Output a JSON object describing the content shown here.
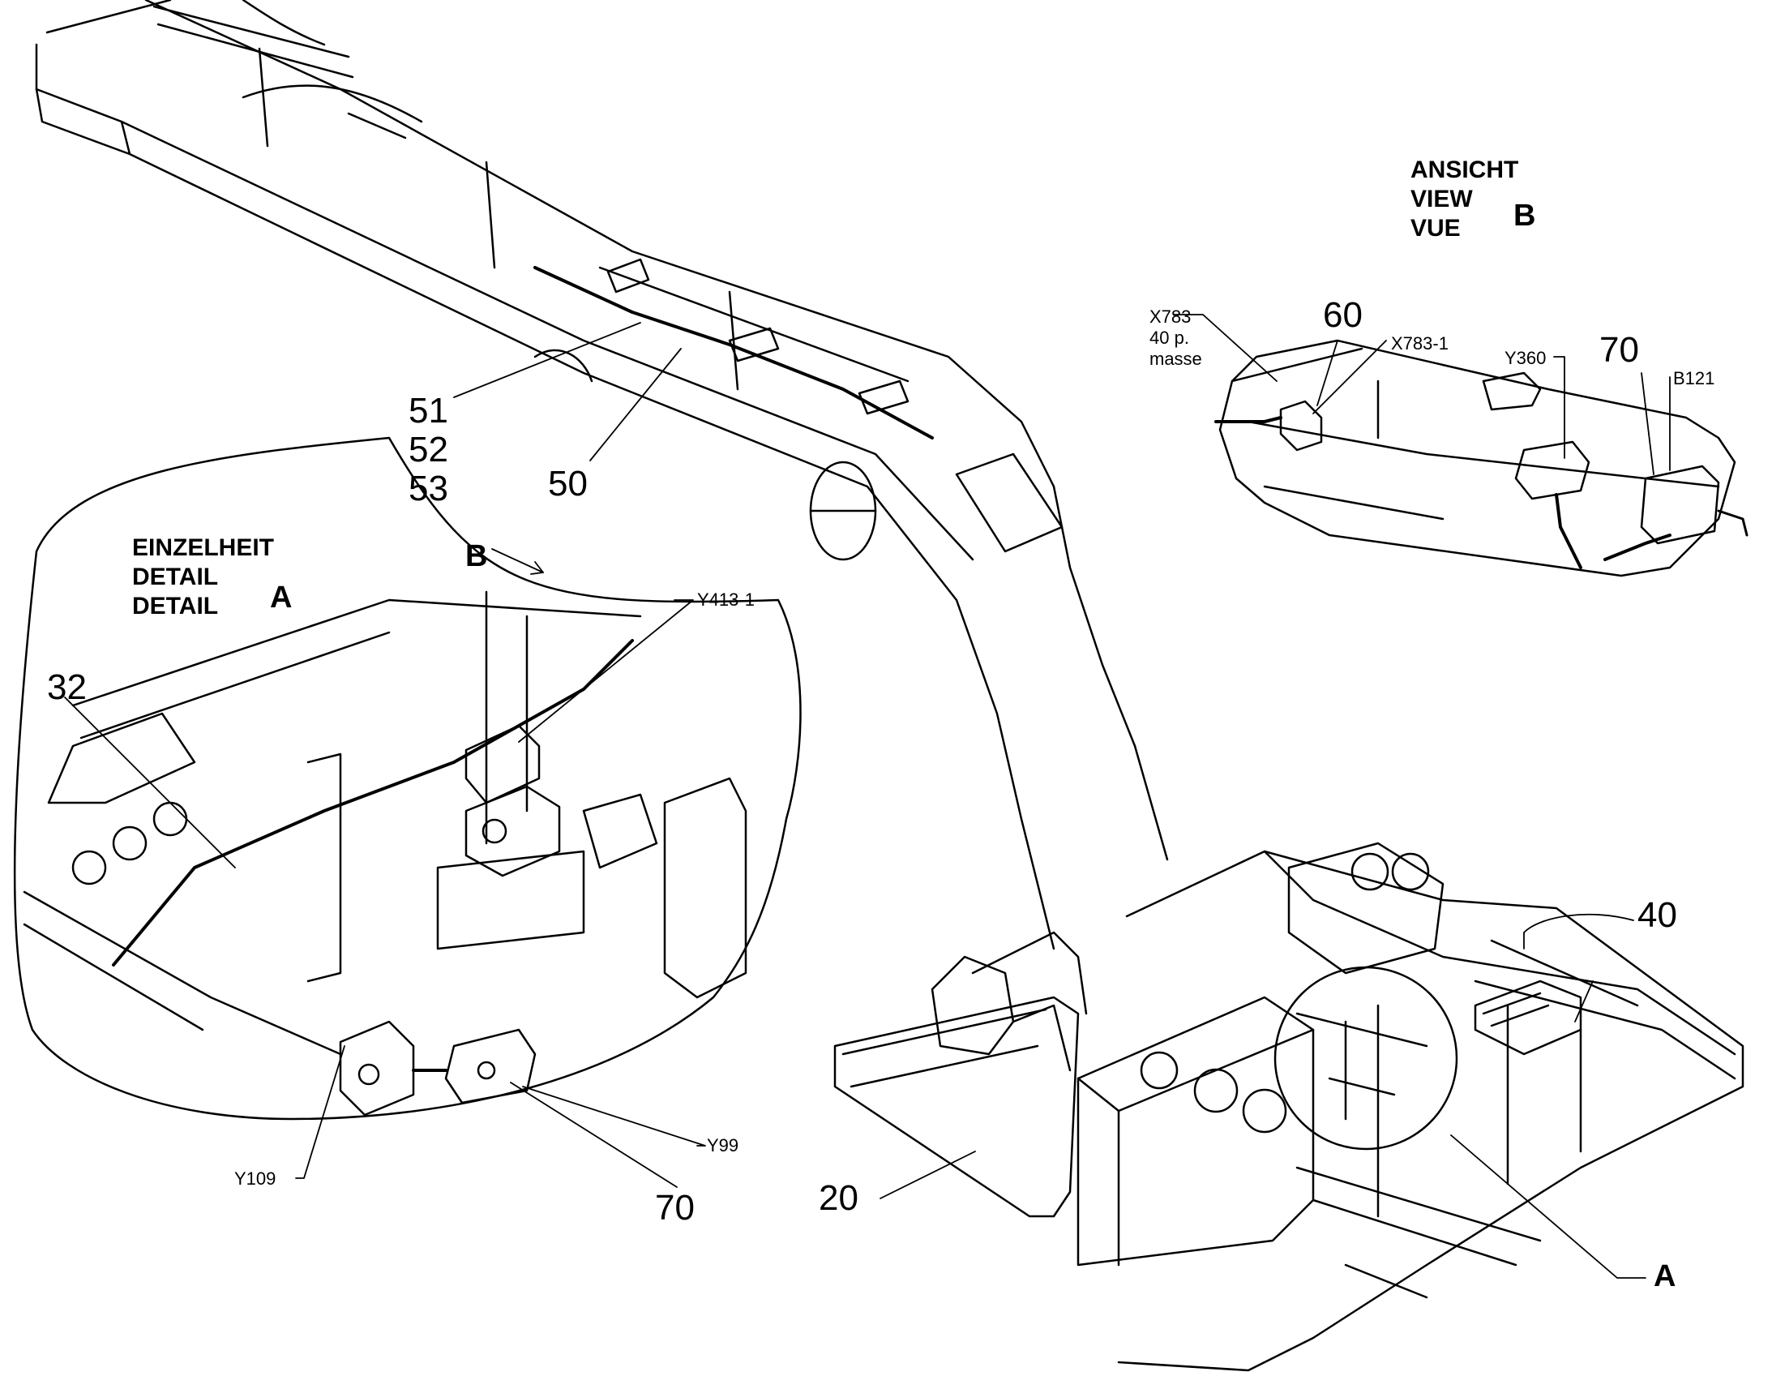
{
  "view_b": {
    "header_lines": [
      "ANSICHT",
      "VIEW",
      "VUE"
    ],
    "letter": "B",
    "callouts": {
      "item_60": "60",
      "item_70": "70",
      "x783": "X783",
      "x783_sub1": "40 p.",
      "x783_sub2": "masse",
      "x783_1": "X783-1",
      "y360": "Y360",
      "b121": "B121"
    }
  },
  "detail_a": {
    "header_lines": [
      "EINZELHEIT",
      "DETAIL",
      "DETAIL"
    ],
    "letter": "A",
    "callouts": {
      "item_32": "32",
      "y413_1": "Y413-1",
      "y109": "Y109",
      "y99": "Y99",
      "item_70": "70"
    }
  },
  "main_view": {
    "callouts": {
      "item_51": "51",
      "item_52": "52",
      "item_53": "53",
      "item_50": "50",
      "arrow_b": "B",
      "item_40": "40",
      "item_20": "20",
      "detail_ref_a": "A"
    }
  }
}
